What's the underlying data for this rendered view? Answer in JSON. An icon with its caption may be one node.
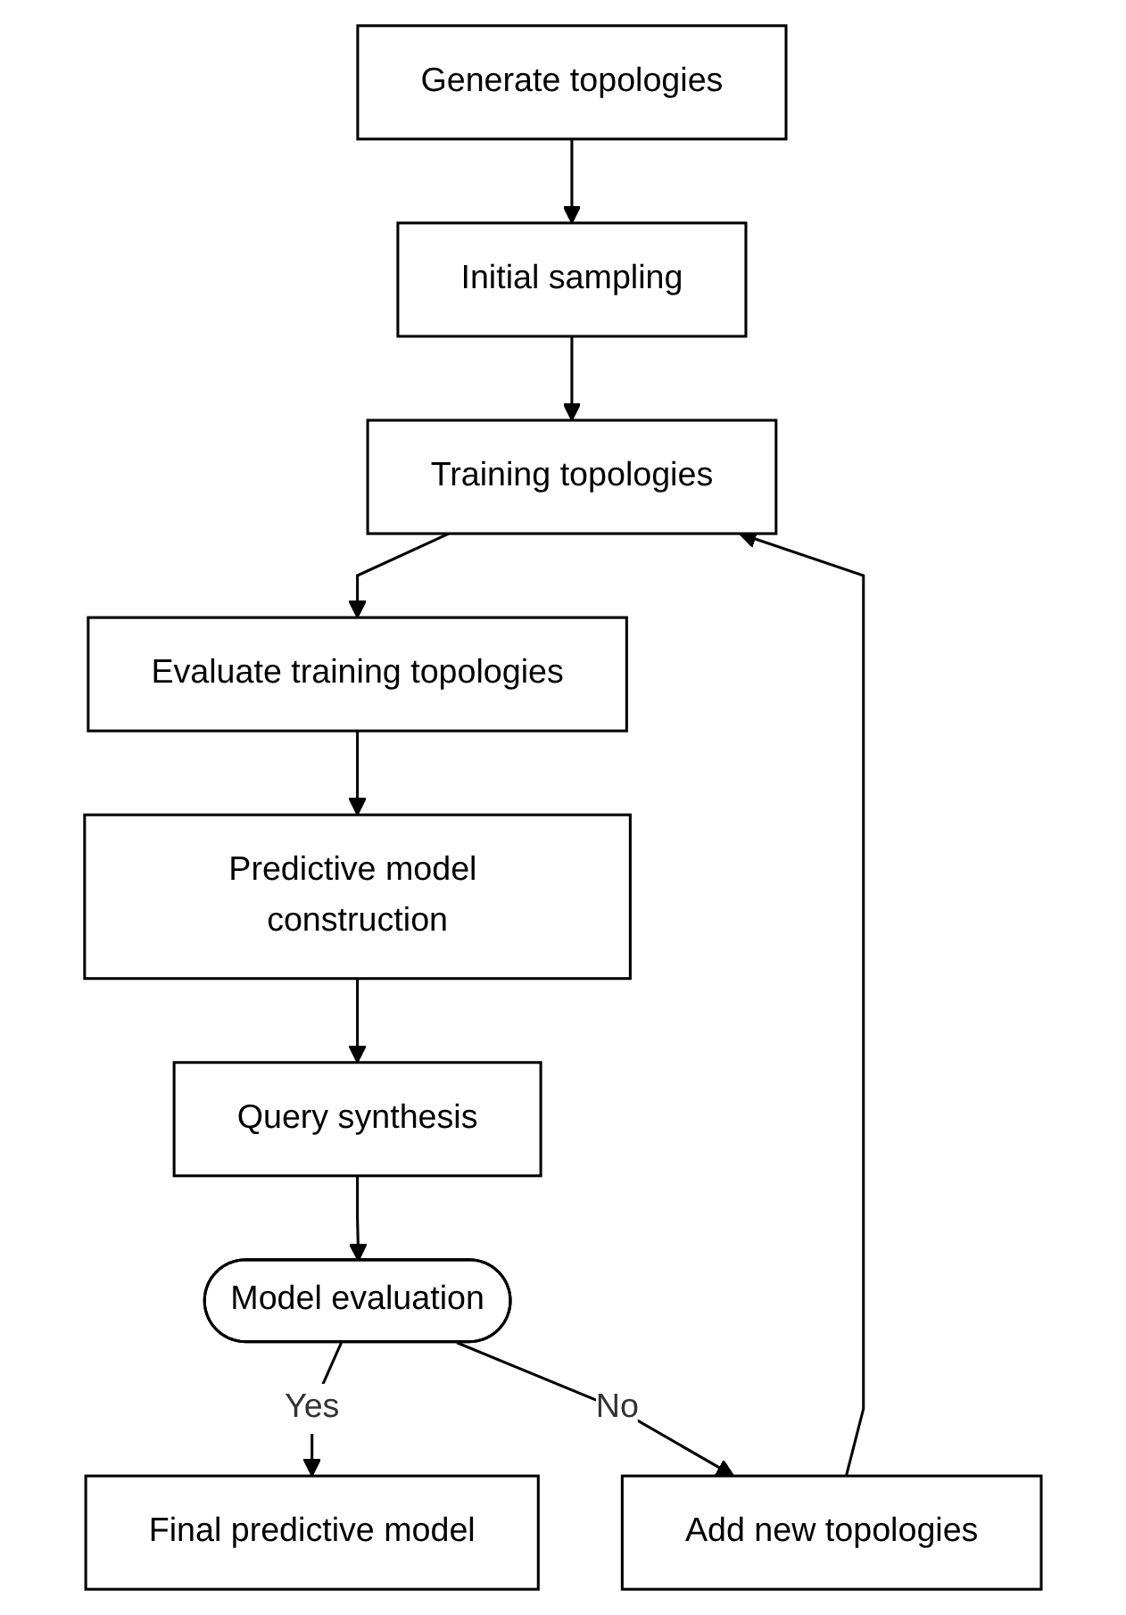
{
  "diagram": {
    "nodes": [
      {
        "text": [
          "Generate topologies"
        ]
      },
      {
        "text": [
          "Initial sampling"
        ]
      },
      {
        "text": [
          "Training topologies"
        ]
      },
      {
        "text": [
          "Evaluate training topologies"
        ]
      },
      {
        "text": [
          "Predictive model construction"
        ]
      },
      {
        "text": [
          "Query synthesis"
        ]
      },
      {
        "text": [
          "Model evaluation"
        ]
      },
      {
        "text": [
          "Final predictive model"
        ]
      },
      {
        "text": [
          "Add new topologies"
        ]
      }
    ],
    "edges": [
      {
        "from": 0,
        "to": 1,
        "arrow": "to"
      },
      {
        "from": 1,
        "to": 2,
        "arrow": "to"
      },
      {
        "from": 2,
        "to": 3,
        "arrow": "to"
      },
      {
        "from": 3,
        "to": 4,
        "arrow": "to"
      },
      {
        "from": 4,
        "to": 5,
        "arrow": "to"
      },
      {
        "from": 5,
        "to": 6,
        "arrow": "to"
      },
      {
        "from": 6,
        "to": 7,
        "label": "Yes",
        "arrow": "to"
      },
      {
        "from": 6,
        "to": 8,
        "label": "No",
        "arrow": "to"
      },
      {
        "from": 8,
        "to": 2,
        "arrow": "to"
      }
    ]
  }
}
